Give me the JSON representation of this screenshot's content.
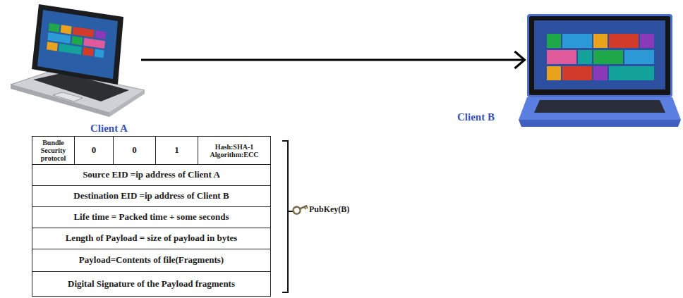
{
  "diagram": {
    "nodes": [
      {
        "text": [
          "Client A"
        ]
      },
      {
        "text": [
          "Client B"
        ]
      }
    ],
    "edges": [
      {
        "from": 0,
        "to": 1,
        "arrow": "to"
      }
    ],
    "labels": [
      "Bundle Security protocol",
      "0",
      "0",
      "1",
      "Hash:SHA-1 Algorithm:ECC",
      "Source EID =ip address of Client A",
      "Destination EID =ip address of Client B",
      "Life time = Packed time + some seconds",
      "Length of Payload = size of payload in bytes",
      "Payload=Contents of file(Fragments)",
      "Digital Signature of the Payload fragments",
      "PubKey(B)"
    ]
  }
}
